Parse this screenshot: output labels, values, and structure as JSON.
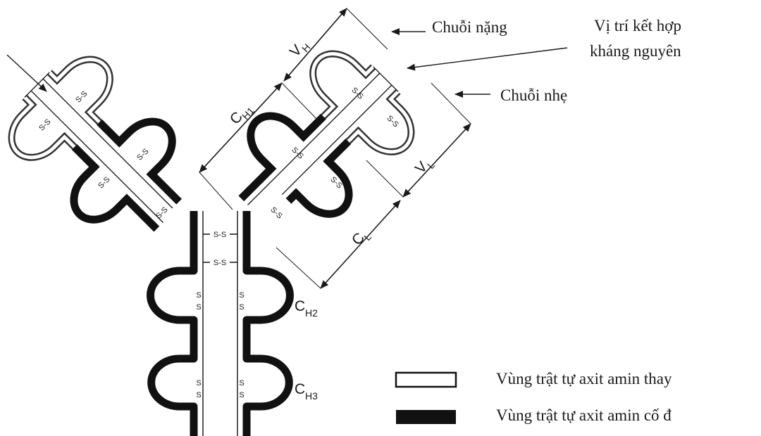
{
  "labels": {
    "heavy_chain": "Chuỗi nặng",
    "antigen_site_line1": "Vị trí kết hợp",
    "antigen_site_line2": "kháng nguyên",
    "light_chain": "Chuỗi nhẹ"
  },
  "domains": {
    "vh": {
      "main": "V",
      "sub": "H"
    },
    "ch1": {
      "main": "C",
      "sub": "H1"
    },
    "vl": {
      "main": "V",
      "sub": "L"
    },
    "cl": {
      "main": "C",
      "sub": "L"
    },
    "ch2": {
      "main": "C",
      "sub": "H2"
    },
    "ch3": {
      "main": "C",
      "sub": "H3"
    }
  },
  "disulfide_label": "S-S",
  "sulfur_label": "S",
  "legend": {
    "variable": "Vùng trật tự axit amin thay",
    "constant": "Vùng trật tự axit amin cố đ"
  },
  "colors": {
    "constant_region": "#111111",
    "variable_region": "#ffffff",
    "ink": "#1a1a1a"
  }
}
